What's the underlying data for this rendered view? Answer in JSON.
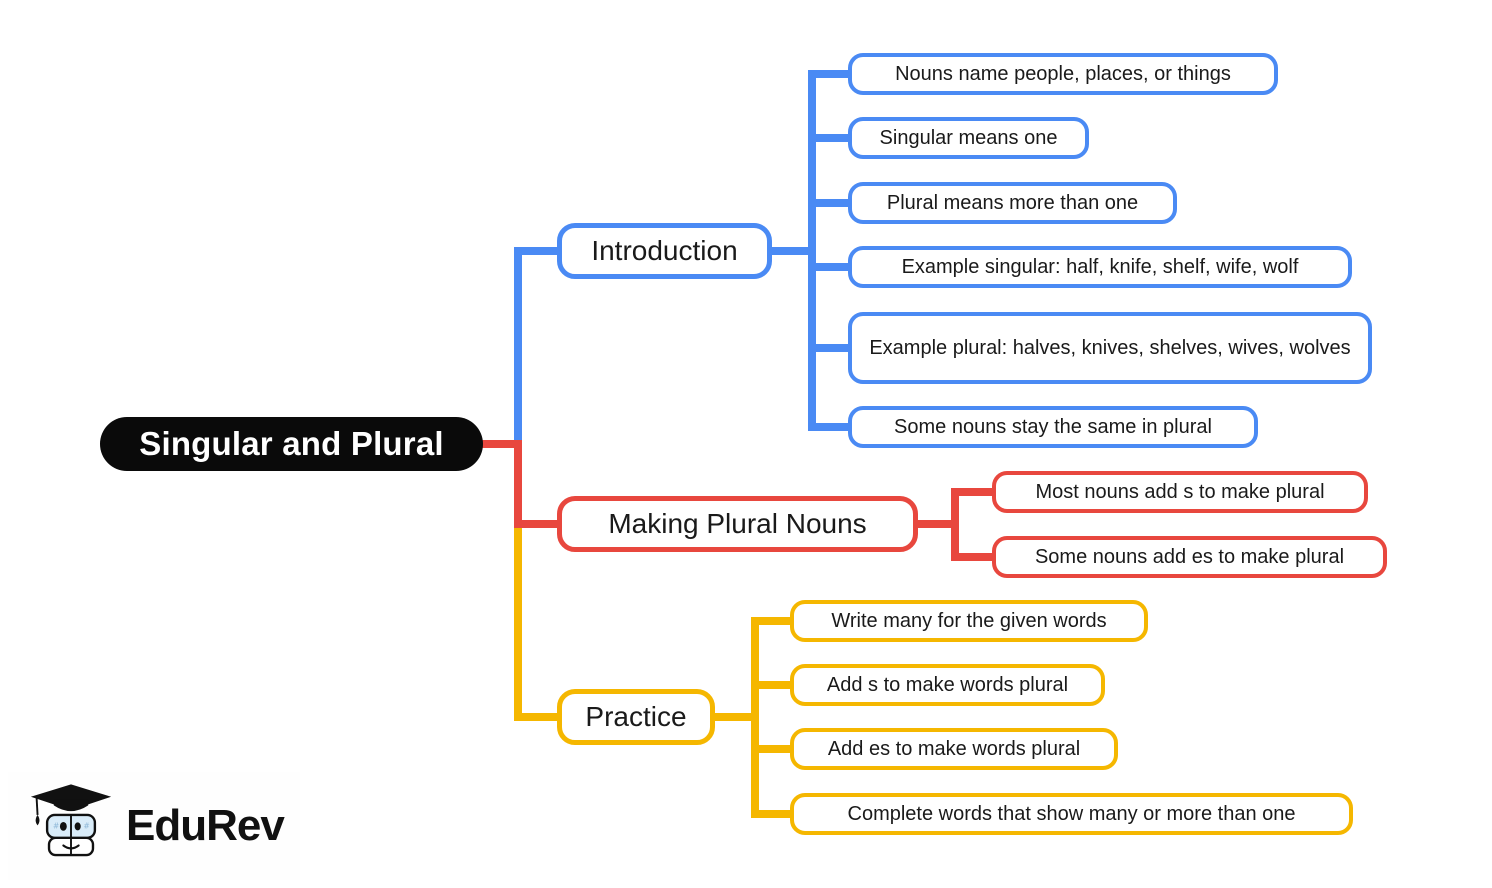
{
  "root": {
    "label": "Singular and Plural"
  },
  "branches": [
    {
      "label": "Introduction",
      "color": "#4a8af4",
      "children": [
        "Nouns name people, places, or things",
        "Singular means one",
        "Plural means more than one",
        "Example singular: half, knife, shelf, wife, wolf",
        "Example plural: halves, knives, shelves, wives, wolves",
        "Some nouns stay the same in plural"
      ]
    },
    {
      "label": "Making Plural Nouns",
      "color": "#e8473e",
      "children": [
        "Most nouns add s to make plural",
        "Some nouns add es to make plural"
      ]
    },
    {
      "label": "Practice",
      "color": "#f5b700",
      "children": [
        "Write many for the given words",
        "Add s to make words plural",
        "Add es to make words plural",
        "Complete words that show many or more than one"
      ]
    }
  ],
  "logo": {
    "brand": "EduRev"
  },
  "colors": {
    "background": "#ffffff",
    "root_bg": "#0a0a0a",
    "root_text": "#ffffff",
    "branch_blue": "#4a8af4",
    "branch_red": "#e8473e",
    "branch_yellow": "#f5b700",
    "node_text": "#1a1a1a"
  }
}
